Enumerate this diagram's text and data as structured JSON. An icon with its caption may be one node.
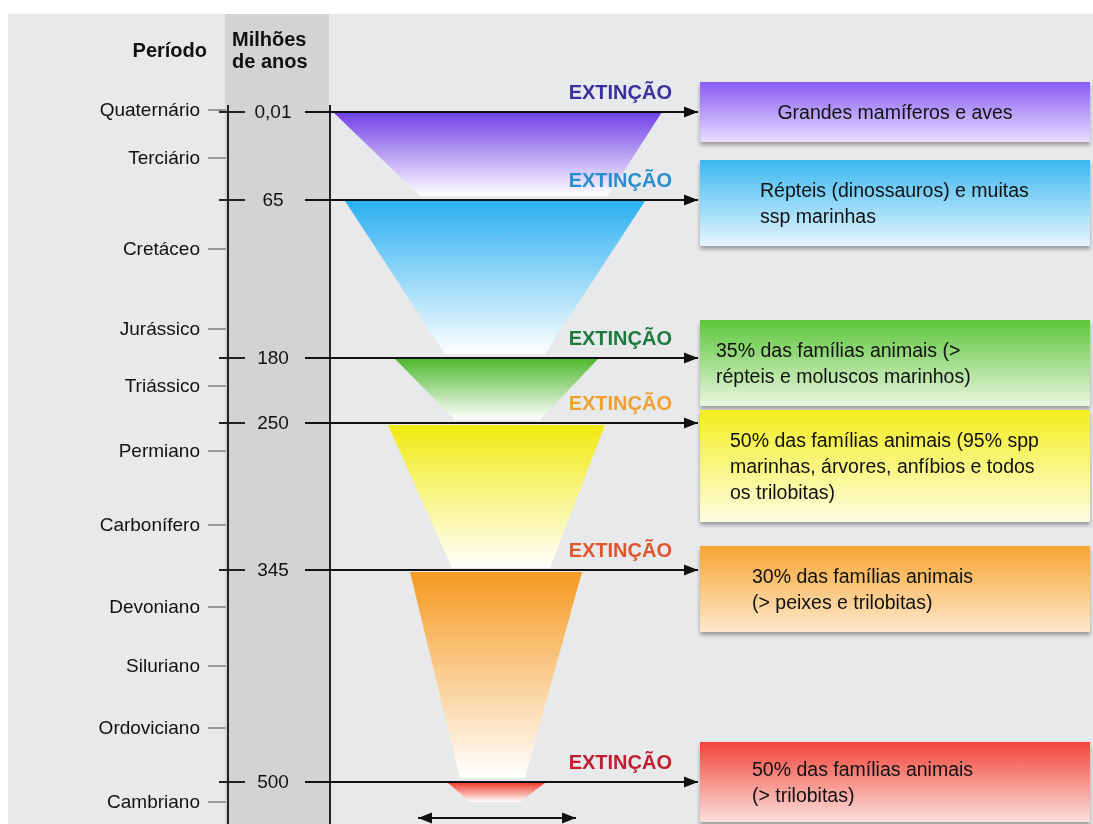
{
  "diagram": {
    "nodes": [
      {
        "text": [
          "0,01"
        ]
      },
      {
        "text": [
          "Grandes mamíferos e aves"
        ]
      },
      {
        "text": [
          "65"
        ]
      },
      {
        "text": [
          "Répteis (dinossauros) e muitas ssp marinhas"
        ]
      },
      {
        "text": [
          "180"
        ]
      },
      {
        "text": [
          "35% das famílias animais (> répteis e moluscos marinhos)"
        ]
      },
      {
        "text": [
          "250"
        ]
      },
      {
        "text": [
          "50% das famílias animais (95% spp marinhas, árvores, anfíbios e todos os trilobitas)"
        ]
      },
      {
        "text": [
          "345"
        ]
      },
      {
        "text": [
          "30% das famílias animais (> peixes e trilobitas)"
        ]
      },
      {
        "text": [
          "500"
        ]
      },
      {
        "text": [
          "50% das famílias animais (> trilobitas)"
        ]
      }
    ],
    "edges": [
      {
        "from": 0,
        "to": 1,
        "arrow": "to",
        "label": "EXTINÇÃO"
      },
      {
        "from": 2,
        "to": 3,
        "arrow": "to",
        "label": "EXTINÇÃO"
      },
      {
        "from": 4,
        "to": 5,
        "arrow": "to",
        "label": "EXTINÇÃO"
      },
      {
        "from": 6,
        "to": 7,
        "arrow": "to",
        "label": "EXTINÇÃO"
      },
      {
        "from": 8,
        "to": 9,
        "arrow": "to",
        "label": "EXTINÇÃO"
      },
      {
        "from": 10,
        "to": 11,
        "arrow": "to",
        "label": "EXTINÇÃO"
      }
    ],
    "labels": [
      "Período",
      "Milhões de anos",
      "Quaternário",
      "Terciário",
      "Cretáceo",
      "Jurássico",
      "Triássico",
      "Permiano",
      "Carbonífero",
      "Devoniano",
      "Siluriano",
      "Ordoviciano",
      "Cambriano"
    ]
  }
}
